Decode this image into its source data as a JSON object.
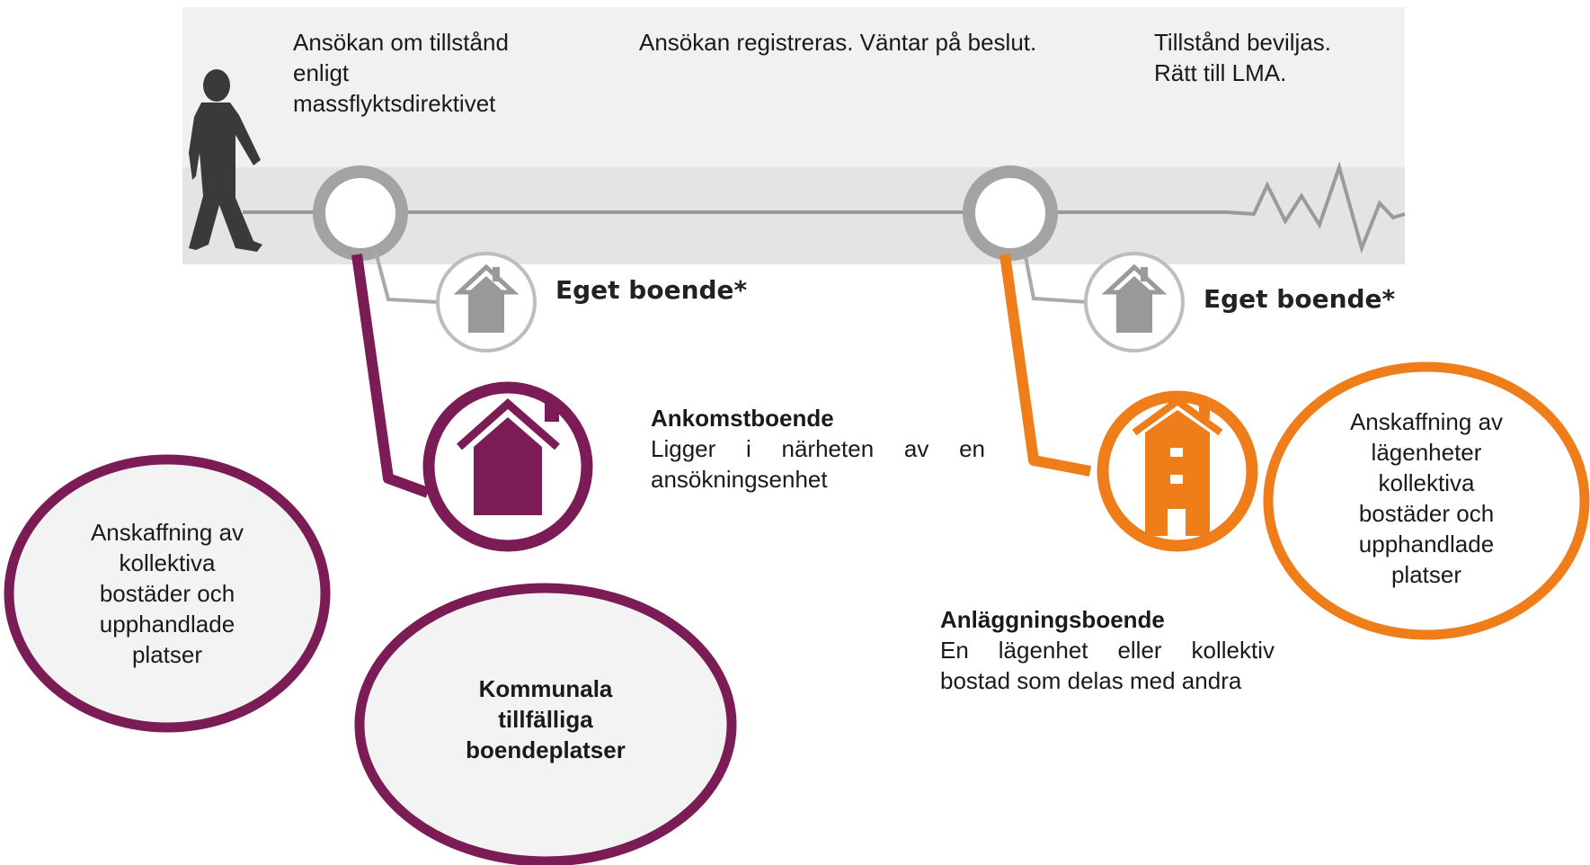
{
  "steps": {
    "application": "Ansökan om tillstånd enligt massflyktsdirektivet",
    "registered": "Ansökan registreras. Väntar på beslut.",
    "granted_line1": "Tillstånd beviljas.",
    "granted_line2": "Rätt till LMA."
  },
  "own_housing": {
    "label_1": "Eget boende*",
    "label_2": "Eget boende*"
  },
  "arrival_housing": {
    "title": "Ankomstboende",
    "description": "Ligger i närheten av en ansökningsenhet"
  },
  "facility_housing": {
    "title": "Anläggningsboende",
    "description": "En lägenhet eller kollektiv bostad som delas med andra"
  },
  "bubbles": {
    "left": "Anskaffning av kollektiva bostäder och upphandlade platser",
    "municipal": "Kommunala tillfälliga boendeplatser",
    "right": "Anskaffning av lägenheter kollektiva bostäder och upphandlade platser"
  },
  "colors": {
    "purple": "#7b1c56",
    "orange": "#ef7d1a",
    "grey_track": "#ececec",
    "grey_circle": "#a3a3a3",
    "bubble_fill": "#f3f3f3"
  },
  "icons": [
    "walking-person-icon",
    "house-icon",
    "apartment-building-icon"
  ]
}
